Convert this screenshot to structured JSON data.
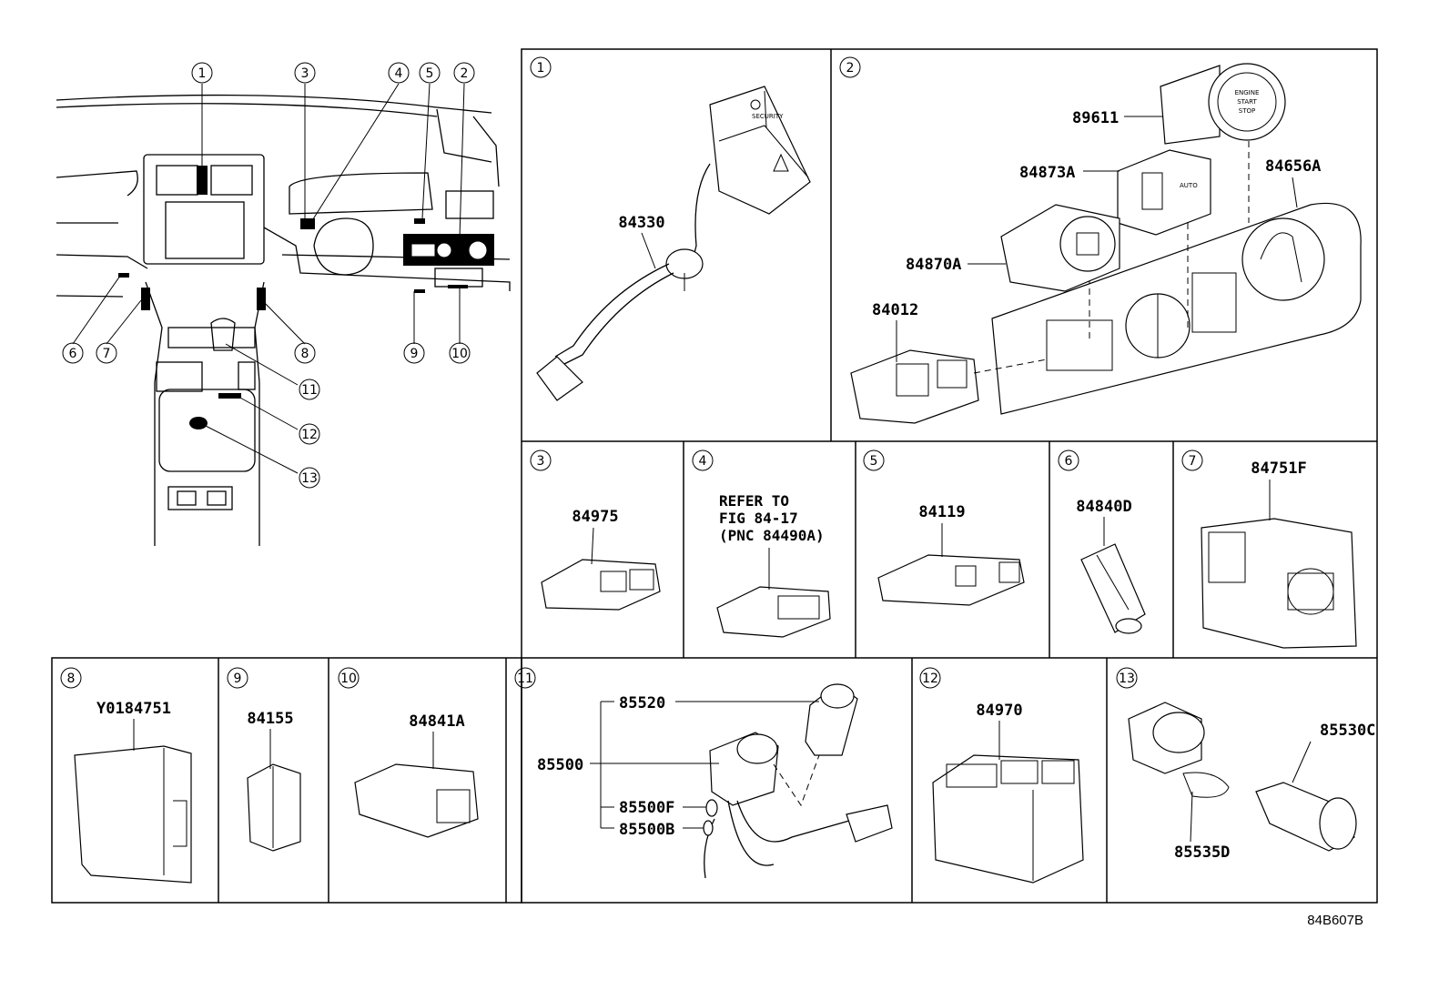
{
  "overview": {
    "callouts": [
      "1",
      "2",
      "3",
      "4",
      "5",
      "6",
      "7",
      "8",
      "9",
      "10",
      "11",
      "12",
      "13"
    ]
  },
  "panels": [
    {
      "id": "1",
      "parts": [
        "84330"
      ]
    },
    {
      "id": "2",
      "parts": [
        "89611",
        "84873A",
        "84656A",
        "84870A",
        "84012"
      ],
      "button_text": [
        "ENGINE",
        "START",
        "STOP"
      ]
    },
    {
      "id": "3",
      "parts": [
        "84975"
      ]
    },
    {
      "id": "4",
      "parts": [],
      "refer": [
        "REFER TO",
        "FIG 84-17",
        "(PNC 84490A)"
      ]
    },
    {
      "id": "5",
      "parts": [
        "84119"
      ]
    },
    {
      "id": "6",
      "parts": [
        "84840D"
      ]
    },
    {
      "id": "7",
      "parts": [
        "84751F"
      ]
    },
    {
      "id": "8",
      "parts": [
        "Y0184751"
      ]
    },
    {
      "id": "9",
      "parts": [
        "84155"
      ]
    },
    {
      "id": "10",
      "parts": [
        "84841A"
      ]
    },
    {
      "id": "11",
      "parts": [
        "85520",
        "85500",
        "85500F",
        "85500B"
      ]
    },
    {
      "id": "12",
      "parts": [
        "84970"
      ]
    },
    {
      "id": "13",
      "parts": [
        "85530C",
        "85535D"
      ]
    }
  ],
  "figure_code": "84B607B",
  "icons": [
    "circled-number-icon",
    "hazard-triangle-icon",
    "fuel-door-icon",
    "seat-heater-icon"
  ]
}
